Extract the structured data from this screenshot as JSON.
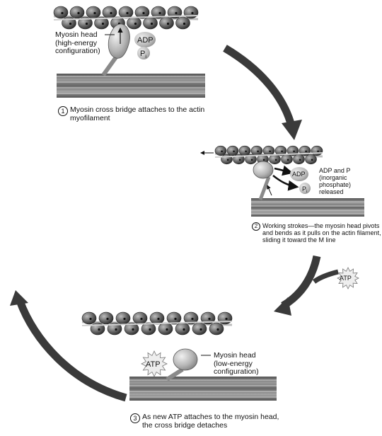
{
  "panel1": {
    "myosin_label": "Myosin head\n(high-energy\nconfiguration)",
    "adp": "ADP",
    "pi": "P",
    "pi_sub": "i",
    "step_number": "1",
    "step_text": "Myosin cross bridge attaches to the actin\nmyofilament"
  },
  "panel2": {
    "adp": "ADP",
    "pi": "P",
    "pi_sub": "i",
    "released_label": "ADP and P\n(inorganic\nphosphate)\nreleased",
    "step_number": "2",
    "step_text": "Working strokes—the myosin head pivots\nand bends as it pulls on the actin filament,\nsliding it toward the M line"
  },
  "atp_incoming": "ATP",
  "panel3": {
    "atp": "ATP",
    "myosin_label": "Myosin head\n(low-energy\nconfiguration)",
    "step_number": "3",
    "step_text": "As new ATP attaches to the myosin head,\nthe cross bridge detaches"
  },
  "colors": {
    "cycle_arrow": "#3a3a3a",
    "actin_bead": "#5a5a5a",
    "myosin_head": "#b8b8b8",
    "thick_filament": "#7a7a7a"
  }
}
